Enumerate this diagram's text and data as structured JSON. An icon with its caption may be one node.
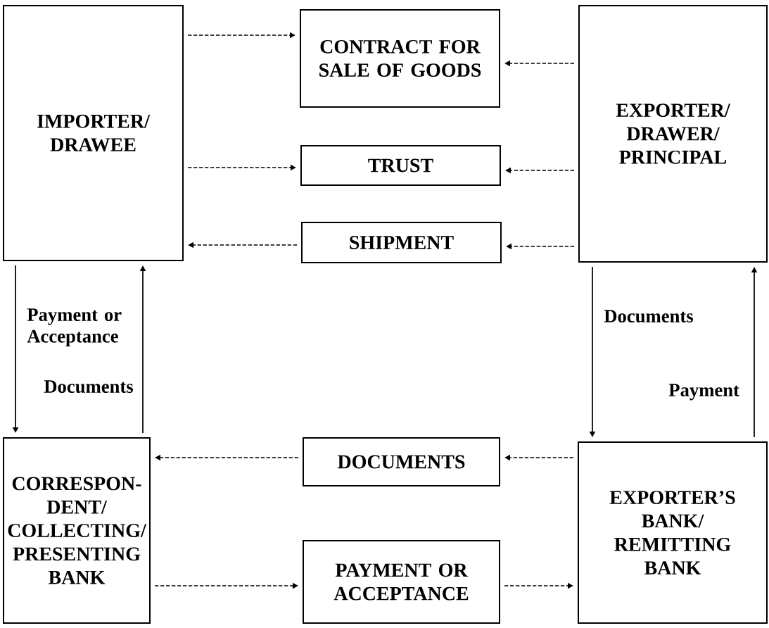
{
  "diagram": {
    "nodes": [
      {
        "text": [
          "IMPORTER/ DRAWEE"
        ]
      },
      {
        "text": [
          "CONTRACT FOR SALE OF GOODS"
        ]
      },
      {
        "text": [
          "TRUST"
        ]
      },
      {
        "text": [
          "SHIPMENT"
        ]
      },
      {
        "text": [
          "EXPORTER/ DRAWER/ PRINCIPAL"
        ]
      },
      {
        "text": [
          "CORRESPON- DENT/ COLLECTING/ PRESENTING BANK"
        ]
      },
      {
        "text": [
          "DOCUMENTS"
        ]
      },
      {
        "text": [
          "PAYMENT OR ACCEPTANCE"
        ]
      },
      {
        "text": [
          "EXPORTER’S BANK/ REMITTING BANK"
        ]
      }
    ],
    "edges": [
      {
        "from": 0,
        "to": 1,
        "arrow": "to",
        "style": "dashed"
      },
      {
        "from": 4,
        "to": 1,
        "arrow": "to",
        "style": "dashed"
      },
      {
        "from": 0,
        "to": 2,
        "arrow": "to",
        "style": "dashed"
      },
      {
        "from": 4,
        "to": 2,
        "arrow": "to",
        "style": "dashed"
      },
      {
        "from": 3,
        "to": 0,
        "arrow": "to",
        "style": "dashed"
      },
      {
        "from": 4,
        "to": 3,
        "arrow": "to",
        "style": "dashed"
      },
      {
        "from": 6,
        "to": 5,
        "arrow": "to",
        "style": "dashed"
      },
      {
        "from": 8,
        "to": 6,
        "arrow": "to",
        "style": "dashed"
      },
      {
        "from": 5,
        "to": 7,
        "arrow": "to",
        "style": "dashed"
      },
      {
        "from": 7,
        "to": 8,
        "arrow": "to",
        "style": "dashed"
      },
      {
        "from": 0,
        "to": 5,
        "arrow": "to",
        "label": "Payment or Acceptance"
      },
      {
        "from": 5,
        "to": 0,
        "arrow": "to",
        "label": "Documents"
      },
      {
        "from": 4,
        "to": 8,
        "arrow": "to",
        "label": "Documents"
      },
      {
        "from": 8,
        "to": 4,
        "arrow": "to",
        "label": "Payment"
      }
    ]
  }
}
